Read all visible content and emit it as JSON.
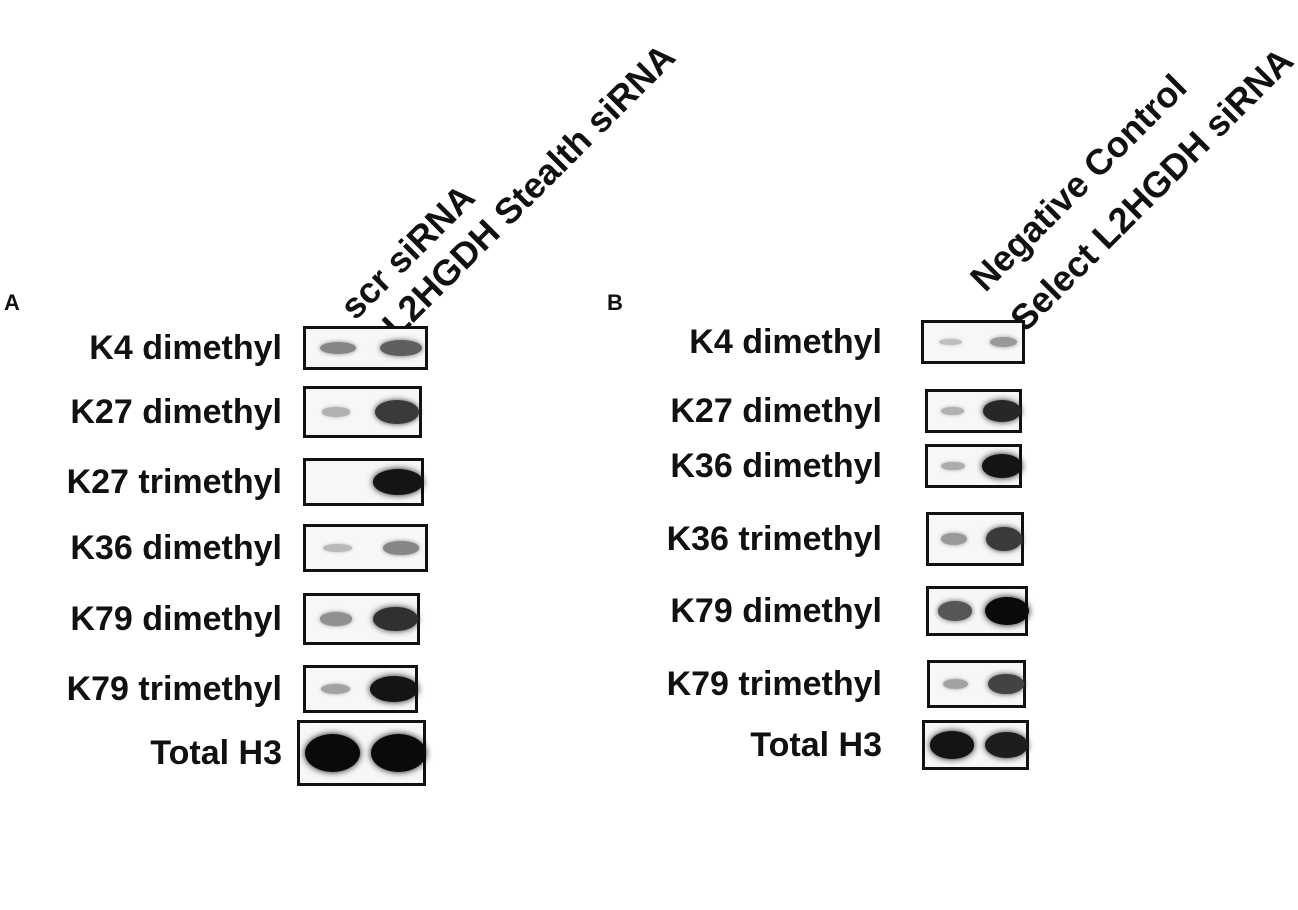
{
  "panelA": {
    "letter": "A",
    "lanes": [
      "scr siRNA",
      "L2HGDH Stealth siRNA"
    ],
    "rows": [
      {
        "label": "K4 dimethyl",
        "bands": [
          0.35,
          0.55
        ]
      },
      {
        "label": "K27 dimethyl",
        "bands": [
          0.12,
          0.75
        ]
      },
      {
        "label": "K27 trimethyl",
        "bands": [
          0.0,
          0.95
        ]
      },
      {
        "label": "K36 dimethyl",
        "bands": [
          0.08,
          0.35
        ]
      },
      {
        "label": "K79 dimethyl",
        "bands": [
          0.3,
          0.8
        ]
      },
      {
        "label": "K79 trimethyl",
        "bands": [
          0.2,
          0.95
        ]
      },
      {
        "label": "Total H3",
        "bands": [
          1.0,
          1.0
        ]
      }
    ]
  },
  "panelB": {
    "letter": "B",
    "lanes": [
      "Negative Control",
      "Select L2HGDH siRNA"
    ],
    "rows": [
      {
        "label": "K4 dimethyl",
        "bands": [
          0.05,
          0.25
        ]
      },
      {
        "label": "K27 dimethyl",
        "bands": [
          0.12,
          0.85
        ]
      },
      {
        "label": "K36 dimethyl",
        "bands": [
          0.15,
          0.95
        ]
      },
      {
        "label": "K36 trimethyl",
        "bands": [
          0.25,
          0.75
        ]
      },
      {
        "label": "K79 dimethyl",
        "bands": [
          0.6,
          1.0
        ]
      },
      {
        "label": "K79 trimethyl",
        "bands": [
          0.2,
          0.7
        ]
      },
      {
        "label": "Total H3",
        "bands": [
          0.95,
          0.9
        ]
      }
    ]
  }
}
